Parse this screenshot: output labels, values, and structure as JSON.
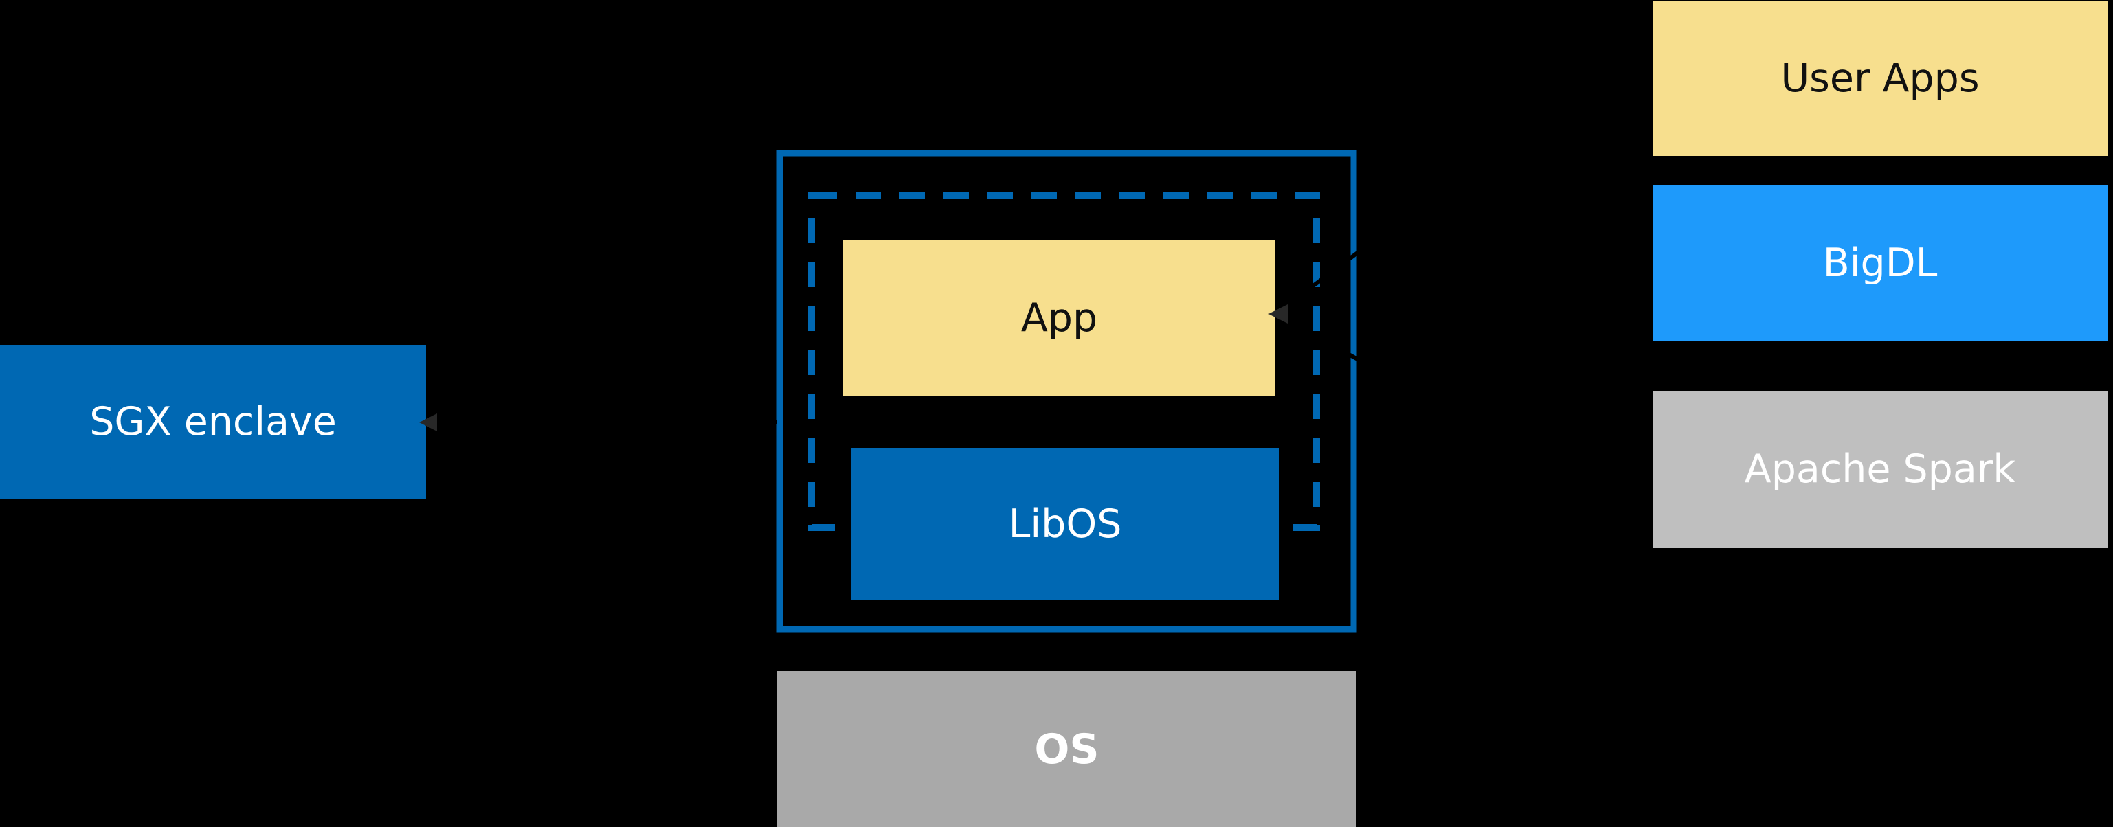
{
  "diagram": {
    "title_hint": "SGX enclave LibOS architecture diagram",
    "sgx_label": "SGX enclave",
    "enclave": {
      "app_label": "App",
      "libos_label": "LibOS"
    },
    "os_label": "OS",
    "stack": [
      {
        "label": "User Apps"
      },
      {
        "label": "BigDL"
      },
      {
        "label": "Apache Spark"
      }
    ],
    "connectors": [
      {
        "name": "sgx-enclave-arrow",
        "from": "enclave dashed boundary",
        "to": "SGX enclave label"
      },
      {
        "name": "stack-to-app-arrow",
        "from": "User Apps / BigDL / Apache Spark stack",
        "to": "App"
      }
    ]
  },
  "colors": {
    "background": "#000000",
    "intel_blue": "#0068B3",
    "bright_blue": "#1E9AFB",
    "pale_yellow": "#F7DF8E",
    "gray_os": "#A9A9A9",
    "gray_spark": "#BFBFBF",
    "text_light": "#FFFFFF",
    "text_dark": "#111111",
    "connector_black": "#000000",
    "arrowhead_dark": "#282828"
  }
}
